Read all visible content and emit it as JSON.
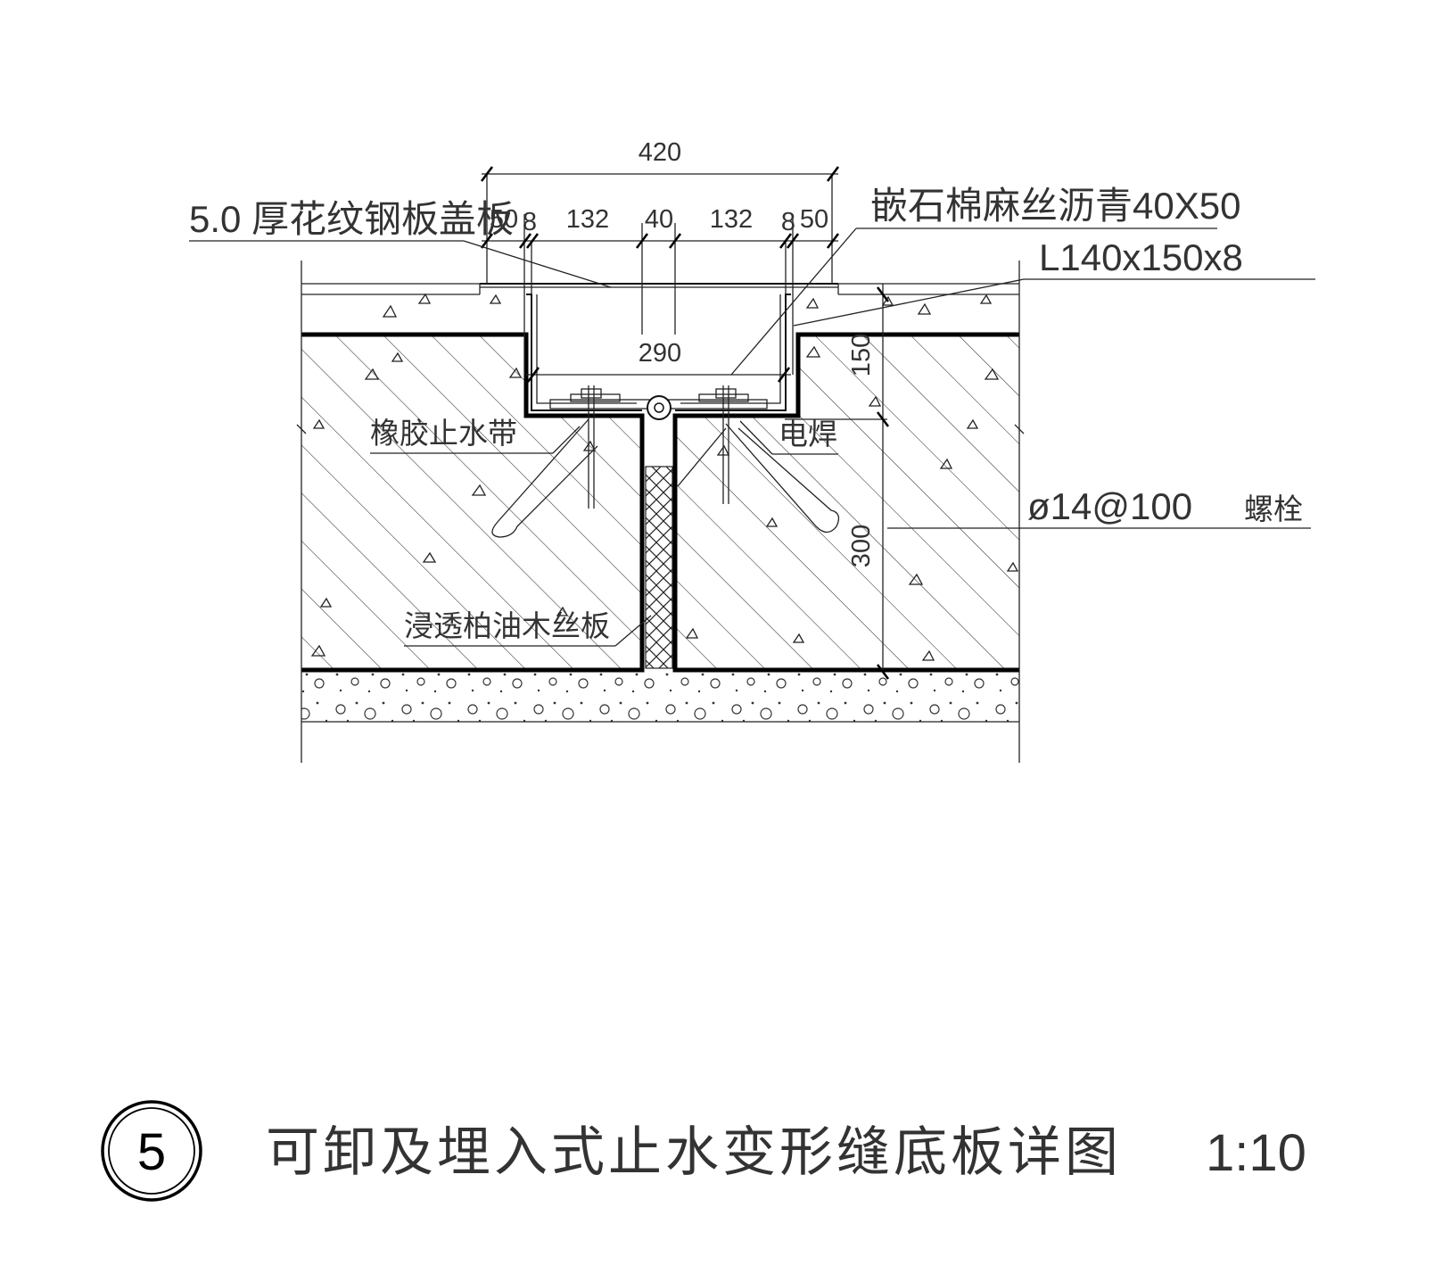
{
  "dimensions": {
    "total_width": "420",
    "seg_50_left": "50",
    "seg_8_left": "8",
    "seg_132_left": "132",
    "seg_40": "40",
    "seg_132_right": "132",
    "seg_8_right": "8",
    "seg_50_right": "50",
    "inner_290": "290",
    "height_150": "150",
    "height_300": "300"
  },
  "labels": {
    "cover_plate": "5.0 厚花纹钢板盖板",
    "asphalt_fill": "嵌石棉麻丝沥青40X50",
    "angle_steel": "L140x150x8",
    "rubber_waterstop": "橡胶止水带",
    "weld": "电焊",
    "bolt_spec": "ø14@100",
    "bolt_name": "螺栓",
    "wood_board": "浸透柏油木丝板"
  },
  "title_block": {
    "number": "5",
    "title": "可卸及埋入式止水变形缝底板详图",
    "scale": "1:10"
  }
}
